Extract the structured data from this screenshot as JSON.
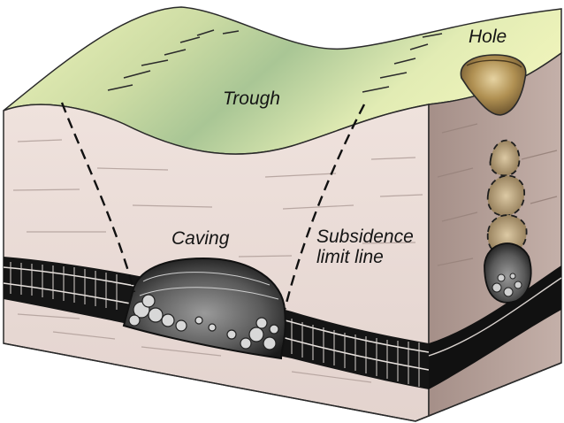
{
  "labels": {
    "trough": "Trough",
    "hole": "Hole",
    "caving": "Caving",
    "subsidence_line1": "Subsidence",
    "subsidence_line2": "limit line"
  },
  "colors": {
    "surface_light": "#eef3ba",
    "surface_mid": "#c3d59e",
    "surface_dark": "#9fbf92",
    "rock_front": "#eadcd7",
    "rock_side": "#b9a39c",
    "seam": "#111111",
    "cavity": "#585858",
    "hole": "#a98a46",
    "outline": "#1c1c1c"
  }
}
